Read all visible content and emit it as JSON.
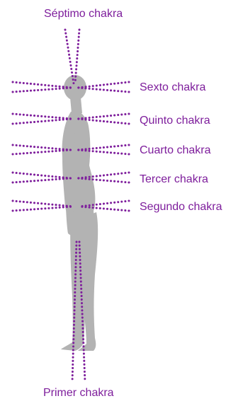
{
  "accent_color": "#7e1e9c",
  "body_color": "#b3b3b3",
  "figure": {
    "icon": "human-silhouette-side-view-icon"
  },
  "labels": {
    "seventh": "Séptimo chakra",
    "sixth": "Sexto chakra",
    "fifth": "Quinto chakra",
    "fourth": "Cuarto chakra",
    "third": "Tercer chakra",
    "second": "Segundo chakra",
    "first": "Primer chakra"
  }
}
